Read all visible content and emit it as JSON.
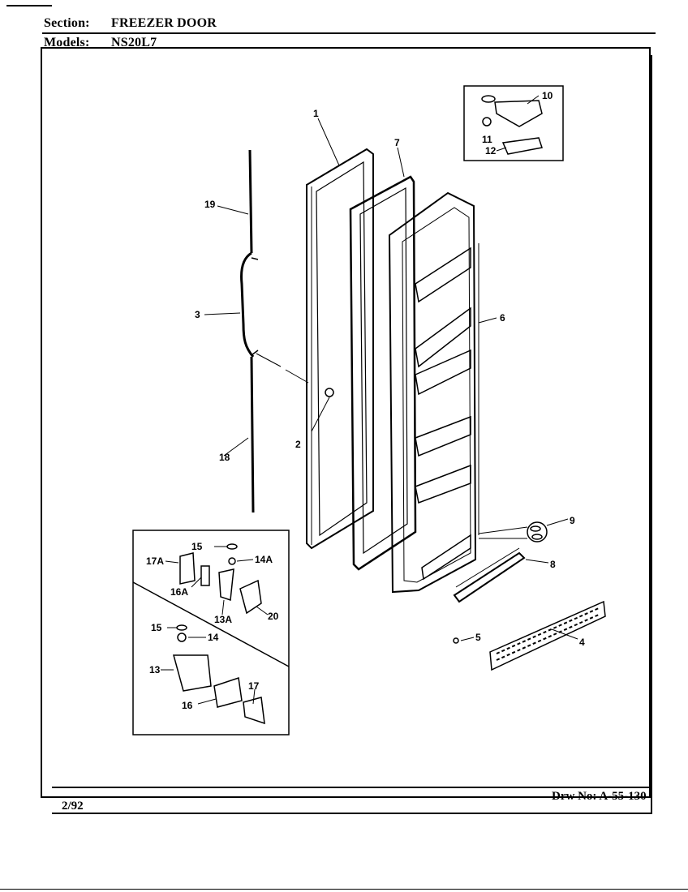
{
  "header": {
    "section_label": "Section:",
    "section_value": "FREEZER DOOR",
    "models_label": "Models:",
    "models_value": "NS20L7"
  },
  "footer": {
    "date": "2/92",
    "drawing_number": "Drw No: A-55-130"
  },
  "callouts": {
    "c1": "1",
    "c2": "2",
    "c3": "3",
    "c4": "4",
    "c5": "5",
    "c6": "6",
    "c7": "7",
    "c8": "8",
    "c9": "9",
    "c10": "10",
    "c11": "11",
    "c12": "12",
    "c13": "13",
    "c13a": "13A",
    "c14": "14",
    "c14a": "14A",
    "c15a": "15",
    "c15b": "15",
    "c16": "16",
    "c16a": "16A",
    "c17": "17",
    "c17a": "17A",
    "c19": "19",
    "c18": "18",
    "c20": "20"
  },
  "colors": {
    "ink": "#000000",
    "paper": "#ffffff"
  }
}
